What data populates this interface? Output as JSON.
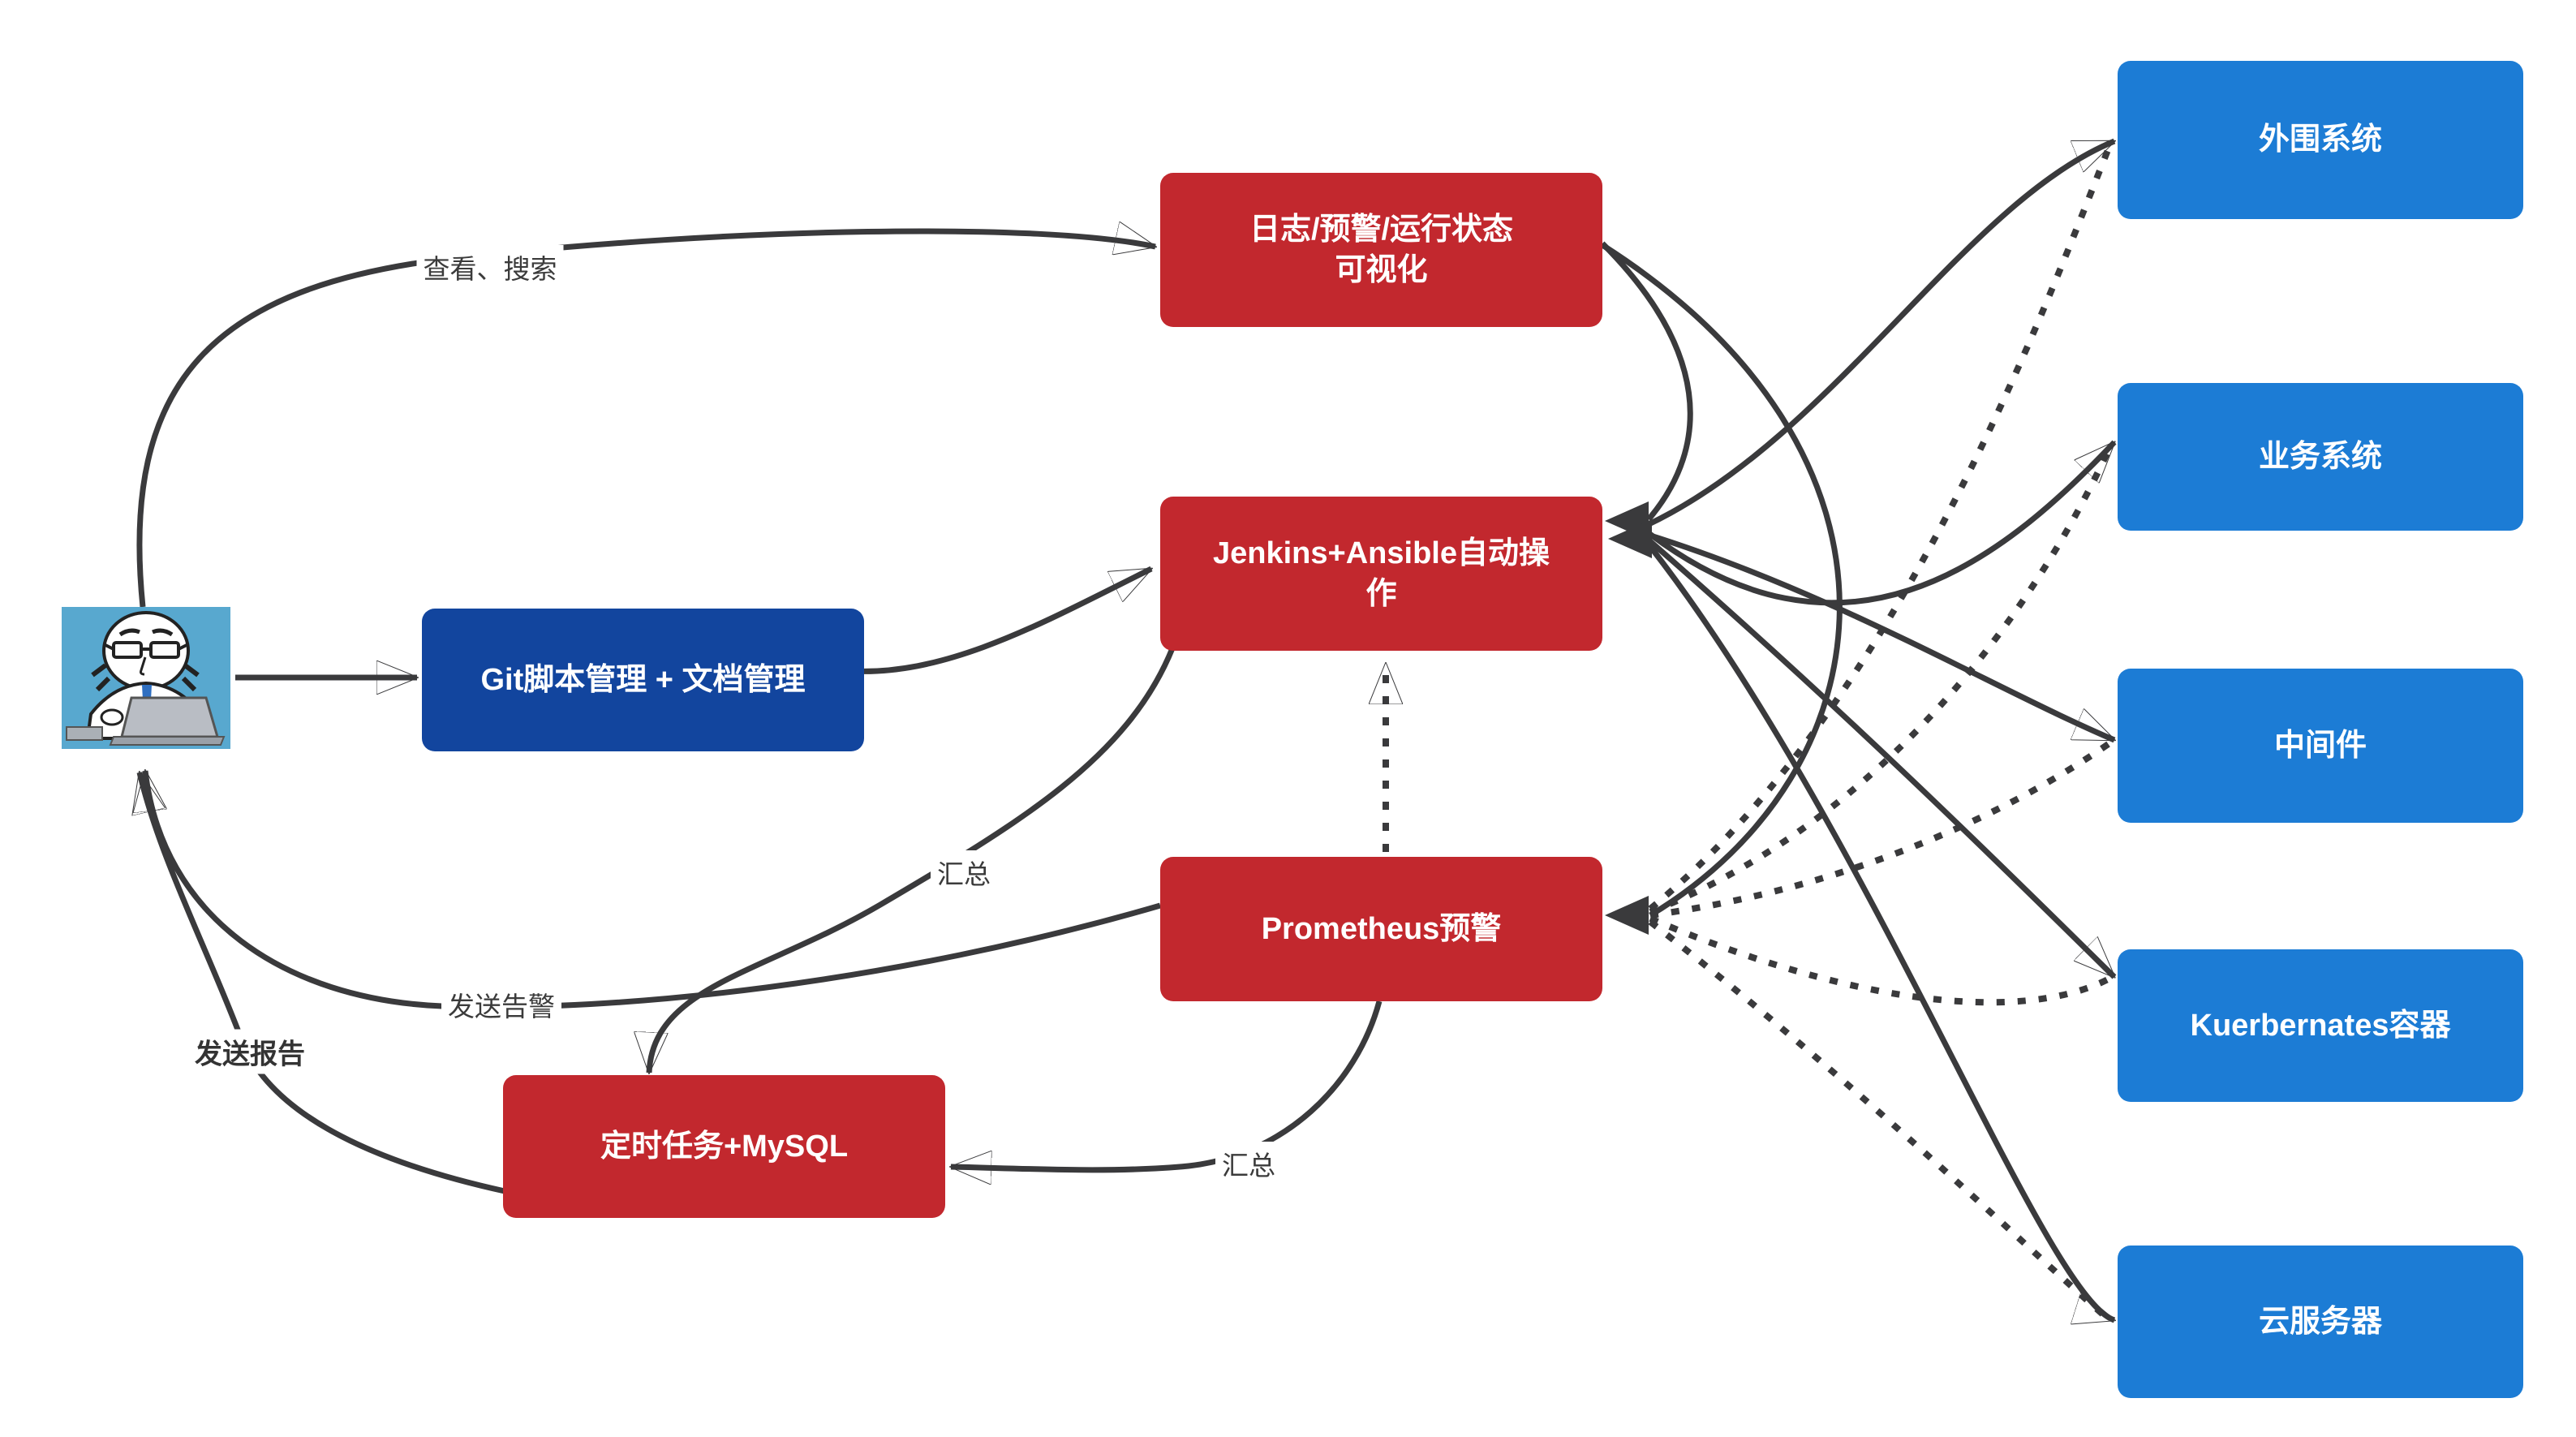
{
  "diagram": {
    "nodes": {
      "actor": {
        "icon": "person-at-laptop-icon",
        "color": "#58A8CF"
      },
      "git": {
        "lines": [
          "Git脚本管理 + 文档管理"
        ],
        "color": "#12459E"
      },
      "logviz": {
        "lines": [
          "日志/预警/运行状态",
          "可视化"
        ],
        "color": "#C2282E"
      },
      "jenkins": {
        "lines": [
          "Jenkins+Ansible自动操",
          "作"
        ],
        "color": "#C2282E"
      },
      "prometheus": {
        "lines": [
          "Prometheus预警"
        ],
        "color": "#C2282E"
      },
      "cron_mysql": {
        "lines": [
          "定时任务+MySQL"
        ],
        "color": "#C2282E"
      },
      "peripheral": {
        "lines": [
          "外围系统"
        ],
        "color": "#1C7CD5"
      },
      "business": {
        "lines": [
          "业务系统"
        ],
        "color": "#1C7CD5"
      },
      "middleware": {
        "lines": [
          "中间件"
        ],
        "color": "#1C7CD5"
      },
      "k8s": {
        "lines": [
          "Kuerbernates容器"
        ],
        "color": "#1C7CD5"
      },
      "cloud": {
        "lines": [
          "云服务器"
        ],
        "color": "#1C7CD5"
      }
    },
    "edge_labels": {
      "view_search": "查看、搜索",
      "aggregate_to_cron": "汇总",
      "send_alert": "发送告警",
      "send_report": "发送报告",
      "aggregate_to_mysql": "汇总"
    },
    "colors": {
      "line": "#3A3A3C",
      "label_text": "#3B3B3B",
      "canvas": "#FFFFFF",
      "actor_bg": "#58A8CF"
    }
  }
}
